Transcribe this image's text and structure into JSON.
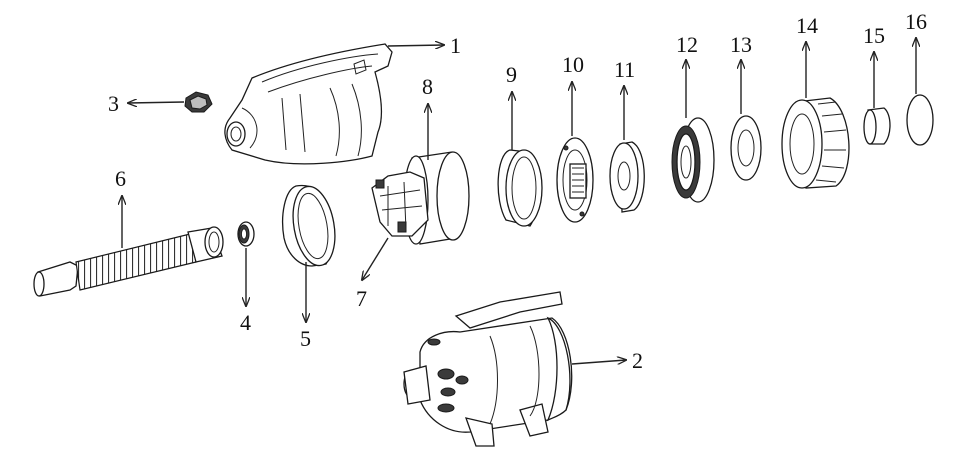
{
  "diagram": {
    "callouts": [
      {
        "id": "1",
        "text": "1",
        "part_icon": "handle-upper-housing"
      },
      {
        "id": "2",
        "text": "2",
        "part_icon": "lower-housing-body"
      },
      {
        "id": "3",
        "text": "3",
        "part_icon": "switch-knob"
      },
      {
        "id": "4",
        "text": "4",
        "part_icon": "nozzle-nut"
      },
      {
        "id": "5",
        "text": "5",
        "part_icon": "outlet-gasket-ring"
      },
      {
        "id": "6",
        "text": "6",
        "part_icon": "flexible-hose"
      },
      {
        "id": "7",
        "text": "7",
        "part_icon": "motor-assembly"
      },
      {
        "id": "8",
        "text": "8",
        "part_icon": "motor-cover"
      },
      {
        "id": "9",
        "text": "9",
        "part_icon": "sealing-ring"
      },
      {
        "id": "10",
        "text": "10",
        "part_icon": "fan-plate"
      },
      {
        "id": "11",
        "text": "11",
        "part_icon": "foam-ring"
      },
      {
        "id": "12",
        "text": "12",
        "part_icon": "bearing-bracket"
      },
      {
        "id": "13",
        "text": "13",
        "part_icon": "washer"
      },
      {
        "id": "14",
        "text": "14",
        "part_icon": "rear-cap"
      },
      {
        "id": "15",
        "text": "15",
        "part_icon": "filter-sleeve"
      },
      {
        "id": "16",
        "text": "16",
        "part_icon": "filter-disc"
      }
    ]
  }
}
